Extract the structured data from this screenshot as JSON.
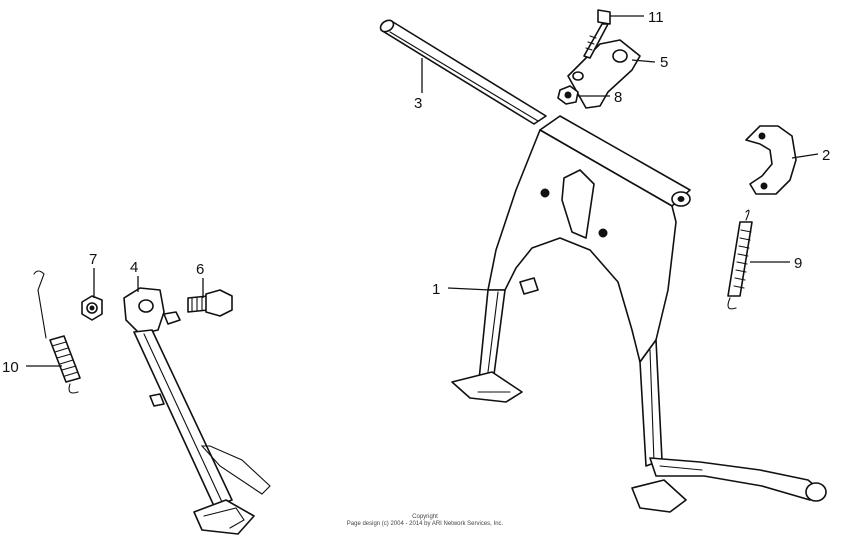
{
  "callouts": {
    "c1": "1",
    "c2": "2",
    "c3": "3",
    "c4": "4",
    "c5": "5",
    "c6": "6",
    "c7": "7",
    "c8": "8",
    "c9": "9",
    "c10": "10",
    "c11": "11"
  },
  "copyright": {
    "line1": "Copyright",
    "line2": "Page design (c) 2004 - 2014 by ARI Network Services, Inc."
  }
}
